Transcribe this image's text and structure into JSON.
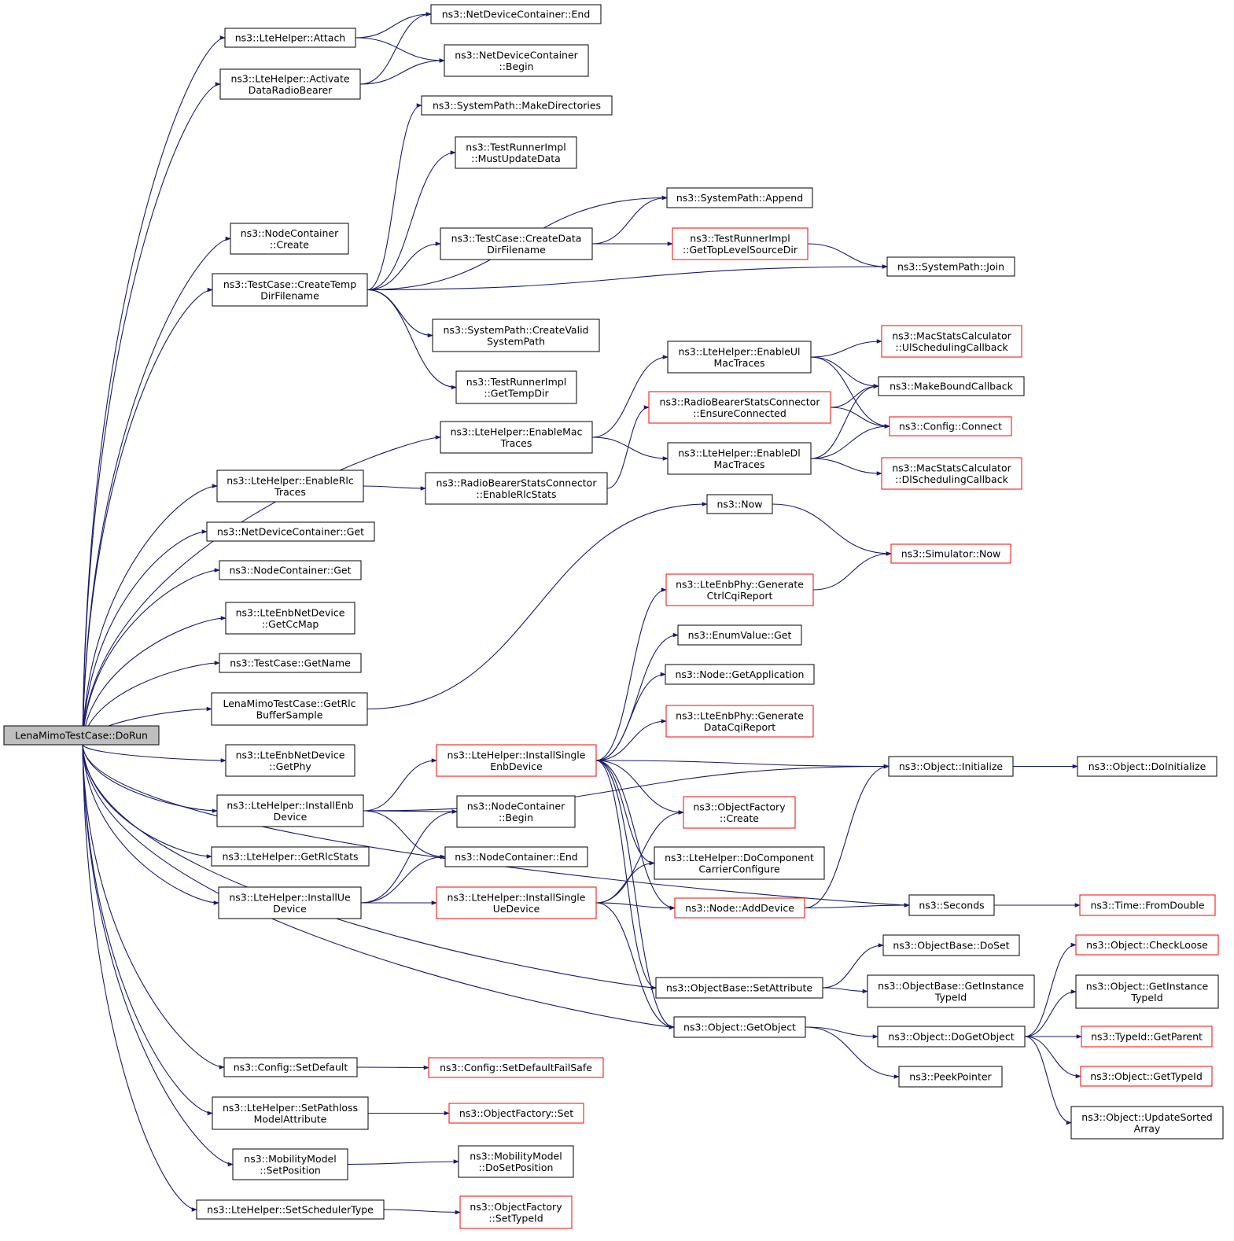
{
  "colors": {
    "edge": "#191970",
    "normal_border": "#000000",
    "truncated_border": "#ff0000",
    "root_fill": "#bfbfbf"
  },
  "root": {
    "label": [
      "LenaMimoTestCase::DoRun"
    ]
  },
  "nodes": {
    "attach": [
      "ns3::LteHelper::Attach"
    ],
    "activate": [
      "ns3::LteHelper::Activate",
      "DataRadioBearer"
    ],
    "ndc_end": [
      "ns3::NetDeviceContainer::End"
    ],
    "ndc_begin": [
      "ns3::NetDeviceContainer",
      "::Begin"
    ],
    "sp_mkdirs": [
      "ns3::SystemPath::MakeDirectories"
    ],
    "tri_must": [
      "ns3::TestRunnerImpl",
      "::MustUpdateData"
    ],
    "sp_append": [
      "ns3::SystemPath::Append"
    ],
    "nc_create": [
      "ns3::NodeContainer",
      "::Create"
    ],
    "tc_cdata": [
      "ns3::TestCase::CreateData",
      "DirFilename"
    ],
    "tri_toplevel": [
      "ns3::TestRunnerImpl",
      "::GetTopLevelSourceDir"
    ],
    "sp_join": [
      "ns3::SystemPath::Join"
    ],
    "tc_ctemp": [
      "ns3::TestCase::CreateTemp",
      "DirFilename"
    ],
    "sp_valid": [
      "ns3::SystemPath::CreateValid",
      "SystemPath"
    ],
    "tri_temp": [
      "ns3::TestRunnerImpl",
      "::GetTempDir"
    ],
    "en_ulmac": [
      "ns3::LteHelper::EnableUl",
      "MacTraces"
    ],
    "msc_ul": [
      "ns3::MacStatsCalculator",
      "::UlSchedulingCallback"
    ],
    "mbc": [
      "ns3::MakeBoundCallback"
    ],
    "rbsc_ensure": [
      "ns3::RadioBearerStatsConnector",
      "::EnsureConnected"
    ],
    "cfg_connect": [
      "ns3::Config::Connect"
    ],
    "en_mac": [
      "ns3::LteHelper::EnableMac",
      "Traces"
    ],
    "en_dlmac": [
      "ns3::LteHelper::EnableDl",
      "MacTraces"
    ],
    "msc_dl": [
      "ns3::MacStatsCalculator",
      "::DlSchedulingCallback"
    ],
    "en_rlc": [
      "ns3::LteHelper::EnableRlc",
      "Traces"
    ],
    "rbsc_rlc": [
      "ns3::RadioBearerStatsConnector",
      "::EnableRlcStats"
    ],
    "now": [
      "ns3::Now"
    ],
    "ndc_get": [
      "ns3::NetDeviceContainer::Get"
    ],
    "sim_now": [
      "ns3::Simulator::Now"
    ],
    "nc_get": [
      "ns3::NodeContainer::Get"
    ],
    "phy_ctrl": [
      "ns3::LteEnbPhy::Generate",
      "CtrlCqiReport"
    ],
    "enb_ccmap": [
      "ns3::LteEnbNetDevice",
      "::GetCcMap"
    ],
    "enum_get": [
      "ns3::EnumValue::Get"
    ],
    "tc_name": [
      "ns3::TestCase::GetName"
    ],
    "node_app": [
      "ns3::Node::GetApplication"
    ],
    "rlc_buf": [
      "LenaMimoTestCase::GetRlc",
      "BufferSample"
    ],
    "phy_data": [
      "ns3::LteEnbPhy::Generate",
      "DataCqiReport"
    ],
    "enb_phy": [
      "ns3::LteEnbNetDevice",
      "::GetPhy"
    ],
    "inst_senb": [
      "ns3::LteHelper::InstallSingle",
      "EnbDevice"
    ],
    "obj_init": [
      "ns3::Object::Initialize"
    ],
    "obj_doinit": [
      "ns3::Object::DoInitialize"
    ],
    "inst_enb": [
      "ns3::LteHelper::InstallEnb",
      "Device"
    ],
    "nc_begin": [
      "ns3::NodeContainer",
      "::Begin"
    ],
    "of_create": [
      "ns3::ObjectFactory",
      "::Create"
    ],
    "rlc_stats": [
      "ns3::LteHelper::GetRlcStats"
    ],
    "nc_end": [
      "ns3::NodeContainer::End"
    ],
    "dccc": [
      "ns3::LteHelper::DoComponent",
      "CarrierConfigure"
    ],
    "inst_ue": [
      "ns3::LteHelper::InstallUe",
      "Device"
    ],
    "inst_sue": [
      "ns3::LteHelper::InstallSingle",
      "UeDevice"
    ],
    "node_add": [
      "ns3::Node::AddDevice"
    ],
    "seconds": [
      "ns3::Seconds"
    ],
    "time_fd": [
      "ns3::Time::FromDouble"
    ],
    "ob_doset": [
      "ns3::ObjectBase::DoSet"
    ],
    "obj_check": [
      "ns3::Object::CheckLoose"
    ],
    "ob_setattr": [
      "ns3::ObjectBase::SetAttribute"
    ],
    "ob_gti": [
      "ns3::ObjectBase::GetInstance",
      "TypeId"
    ],
    "obj_gti": [
      "ns3::Object::GetInstance",
      "TypeId"
    ],
    "obj_getobj": [
      "ns3::Object::GetObject"
    ],
    "obj_dogetobj": [
      "ns3::Object::DoGetObject"
    ],
    "tid_parent": [
      "ns3::TypeId::GetParent"
    ],
    "cfg_setdef": [
      "ns3::Config::SetDefault"
    ],
    "cfg_setdeffs": [
      "ns3::Config::SetDefaultFailSafe"
    ],
    "peek": [
      "ns3::PeekPointer"
    ],
    "obj_gettid": [
      "ns3::Object::GetTypeId"
    ],
    "pathloss": [
      "ns3::LteHelper::SetPathloss",
      "ModelAttribute"
    ],
    "of_set": [
      "ns3::ObjectFactory::Set"
    ],
    "obj_usa": [
      "ns3::Object::UpdateSorted",
      "Array"
    ],
    "mm_setpos": [
      "ns3::MobilityModel",
      "::SetPosition"
    ],
    "mm_dosetpos": [
      "ns3::MobilityModel",
      "::DoSetPosition"
    ],
    "sched": [
      "ns3::LteHelper::SetSchedulerType"
    ],
    "of_settid": [
      "ns3::ObjectFactory",
      "::SetTypeId"
    ]
  },
  "truncated_nodes": [
    "tri_toplevel",
    "msc_ul",
    "rbsc_ensure",
    "cfg_connect",
    "msc_dl",
    "sim_now",
    "phy_ctrl",
    "phy_data",
    "inst_senb",
    "of_create",
    "inst_sue",
    "node_add",
    "time_fd",
    "obj_check",
    "tid_parent",
    "cfg_setdeffs",
    "obj_gettid",
    "of_set",
    "of_settid"
  ],
  "edges": [
    [
      "root",
      "attach"
    ],
    [
      "root",
      "activate"
    ],
    [
      "root",
      "nc_create"
    ],
    [
      "root",
      "tc_ctemp"
    ],
    [
      "root",
      "en_mac"
    ],
    [
      "root",
      "en_rlc"
    ],
    [
      "root",
      "ndc_get"
    ],
    [
      "root",
      "nc_get"
    ],
    [
      "root",
      "enb_ccmap"
    ],
    [
      "root",
      "tc_name"
    ],
    [
      "root",
      "rlc_buf"
    ],
    [
      "root",
      "enb_phy"
    ],
    [
      "root",
      "inst_enb"
    ],
    [
      "root",
      "rlc_stats"
    ],
    [
      "root",
      "inst_ue"
    ],
    [
      "root",
      "seconds"
    ],
    [
      "root",
      "ob_setattr"
    ],
    [
      "root",
      "obj_getobj"
    ],
    [
      "root",
      "cfg_setdef"
    ],
    [
      "root",
      "pathloss"
    ],
    [
      "root",
      "mm_setpos"
    ],
    [
      "root",
      "sched"
    ],
    [
      "attach",
      "ndc_end"
    ],
    [
      "attach",
      "ndc_begin"
    ],
    [
      "activate",
      "ndc_end"
    ],
    [
      "activate",
      "ndc_begin"
    ],
    [
      "tc_ctemp",
      "sp_mkdirs"
    ],
    [
      "tc_ctemp",
      "tri_must"
    ],
    [
      "tc_ctemp",
      "sp_append"
    ],
    [
      "tc_ctemp",
      "tc_cdata"
    ],
    [
      "tc_ctemp",
      "sp_join"
    ],
    [
      "tc_ctemp",
      "sp_valid"
    ],
    [
      "tc_ctemp",
      "tri_temp"
    ],
    [
      "tc_cdata",
      "sp_append"
    ],
    [
      "tc_cdata",
      "tri_toplevel"
    ],
    [
      "tri_toplevel",
      "sp_join"
    ],
    [
      "en_mac",
      "en_ulmac"
    ],
    [
      "en_mac",
      "en_dlmac"
    ],
    [
      "en_ulmac",
      "msc_ul"
    ],
    [
      "en_ulmac",
      "mbc"
    ],
    [
      "en_ulmac",
      "cfg_connect"
    ],
    [
      "en_dlmac",
      "mbc"
    ],
    [
      "en_dlmac",
      "cfg_connect"
    ],
    [
      "en_dlmac",
      "msc_dl"
    ],
    [
      "rbsc_ensure",
      "mbc"
    ],
    [
      "rbsc_ensure",
      "cfg_connect"
    ],
    [
      "en_rlc",
      "rbsc_rlc"
    ],
    [
      "rbsc_rlc",
      "rbsc_ensure"
    ],
    [
      "rlc_buf",
      "now"
    ],
    [
      "now",
      "sim_now"
    ],
    [
      "phy_ctrl",
      "sim_now"
    ],
    [
      "inst_enb",
      "obj_init"
    ],
    [
      "inst_enb",
      "inst_senb"
    ],
    [
      "inst_enb",
      "nc_begin"
    ],
    [
      "inst_enb",
      "nc_end"
    ],
    [
      "inst_senb",
      "phy_ctrl"
    ],
    [
      "inst_senb",
      "enum_get"
    ],
    [
      "inst_senb",
      "node_app"
    ],
    [
      "inst_senb",
      "phy_data"
    ],
    [
      "inst_senb",
      "obj_init"
    ],
    [
      "inst_senb",
      "of_create"
    ],
    [
      "inst_senb",
      "dccc"
    ],
    [
      "inst_senb",
      "node_add"
    ],
    [
      "inst_senb",
      "ob_setattr"
    ],
    [
      "inst_senb",
      "obj_getobj"
    ],
    [
      "obj_init",
      "obj_doinit"
    ],
    [
      "inst_ue",
      "nc_begin"
    ],
    [
      "inst_ue",
      "nc_end"
    ],
    [
      "inst_ue",
      "inst_sue"
    ],
    [
      "inst_sue",
      "of_create"
    ],
    [
      "inst_sue",
      "dccc"
    ],
    [
      "inst_sue",
      "node_add"
    ],
    [
      "inst_sue",
      "obj_getobj"
    ],
    [
      "node_add",
      "obj_init"
    ],
    [
      "node_add",
      "seconds"
    ],
    [
      "seconds",
      "time_fd"
    ],
    [
      "ob_setattr",
      "ob_doset"
    ],
    [
      "ob_setattr",
      "ob_gti"
    ],
    [
      "obj_getobj",
      "obj_dogetobj"
    ],
    [
      "obj_getobj",
      "peek"
    ],
    [
      "obj_dogetobj",
      "obj_check"
    ],
    [
      "obj_dogetobj",
      "obj_gti"
    ],
    [
      "obj_dogetobj",
      "tid_parent"
    ],
    [
      "obj_dogetobj",
      "obj_gettid"
    ],
    [
      "obj_dogetobj",
      "obj_usa"
    ],
    [
      "cfg_setdef",
      "cfg_setdeffs"
    ],
    [
      "pathloss",
      "of_set"
    ],
    [
      "mm_setpos",
      "mm_dosetpos"
    ],
    [
      "sched",
      "of_settid"
    ]
  ]
}
